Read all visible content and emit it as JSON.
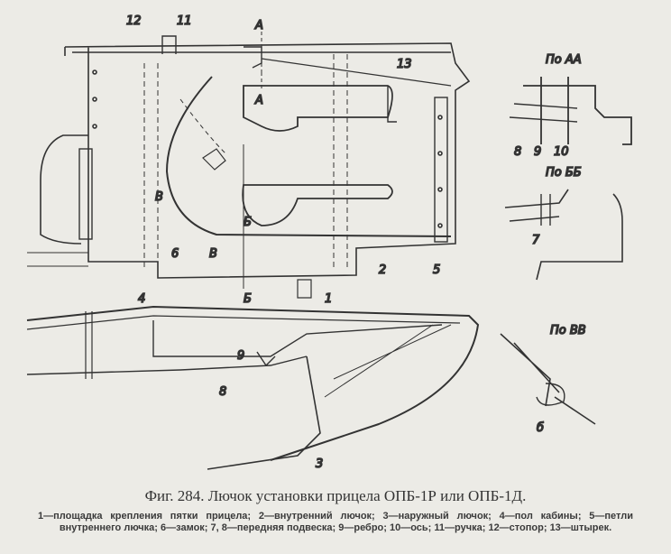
{
  "figure": {
    "title": "Фиг. 284. Лючок установки прицела ОПБ-1Р или ОПБ-1Д.",
    "legend": "1—площадка крепления пятки прицела; 2—внутренний лючок; 3—наружный лючок; 4—пол кабины; 5—петли внутреннего лючка; 6—замок; 7, 8—передняя подвеска; 9—ребро; 10—ось; 11—ручка; 12—стопор; 13—штырек.",
    "labels": {
      "l12": "12",
      "l11": "11",
      "lA": "A",
      "lA2": "A",
      "l13": "13",
      "lV": "B",
      "l6": "6",
      "l18": "B",
      "lB1": "Б",
      "lB2": "Б",
      "l2": "2",
      "l5": "5",
      "l4": "4",
      "l1": "1",
      "l9": "9",
      "l8": "8",
      "l3": "3",
      "secAA": "По АА",
      "a8": "8",
      "a9": "9",
      "a10": "10",
      "secBB": "По ББ",
      "b7": "7",
      "secVV": "По ВВ",
      "v6": "б"
    }
  }
}
